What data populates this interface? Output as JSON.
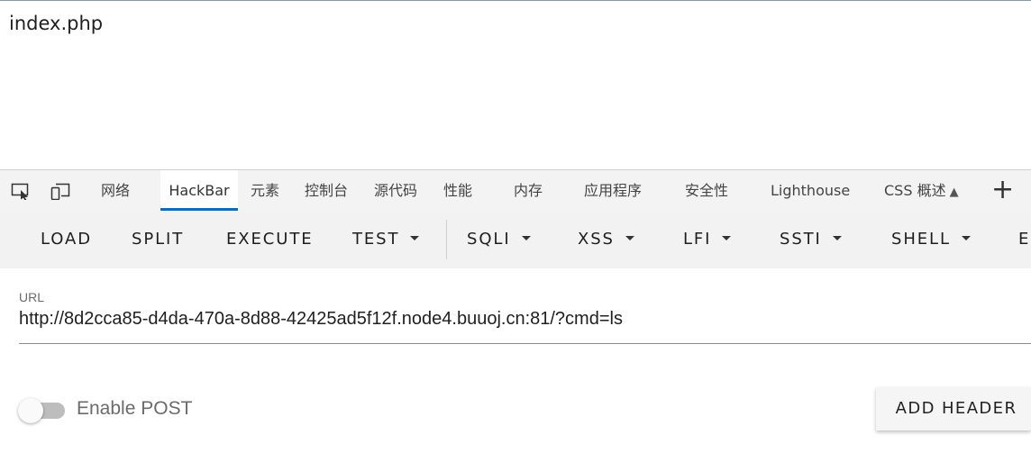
{
  "page": {
    "text": "index.php"
  },
  "devtools": {
    "tabs": [
      {
        "label": "网络"
      },
      {
        "label": "HackBar"
      },
      {
        "label": "元素"
      },
      {
        "label": "控制台"
      },
      {
        "label": "源代码"
      },
      {
        "label": "性能"
      },
      {
        "label": "内存"
      },
      {
        "label": "应用程序"
      },
      {
        "label": "安全性"
      },
      {
        "label": "Lighthouse"
      },
      {
        "label": "CSS 概述"
      }
    ],
    "active_tab": "HackBar",
    "accent_color": "#0f6cbd"
  },
  "hackbar": {
    "buttons": [
      {
        "label": "LOAD"
      },
      {
        "label": "SPLIT"
      },
      {
        "label": "EXECUTE"
      },
      {
        "label": "TEST"
      },
      {
        "label": "SQLI"
      },
      {
        "label": "XSS"
      },
      {
        "label": "LFI"
      },
      {
        "label": "SSTI"
      },
      {
        "label": "SHELL"
      },
      {
        "label": "E"
      }
    ],
    "url_label": "URL",
    "url_value": "http://8d2cca85-d4da-470a-8d88-42425ad5f12f.node4.buuoj.cn:81/?cmd=ls",
    "enable_post_label": "Enable POST",
    "enable_post_on": false,
    "add_header_label": "ADD HEADER"
  }
}
